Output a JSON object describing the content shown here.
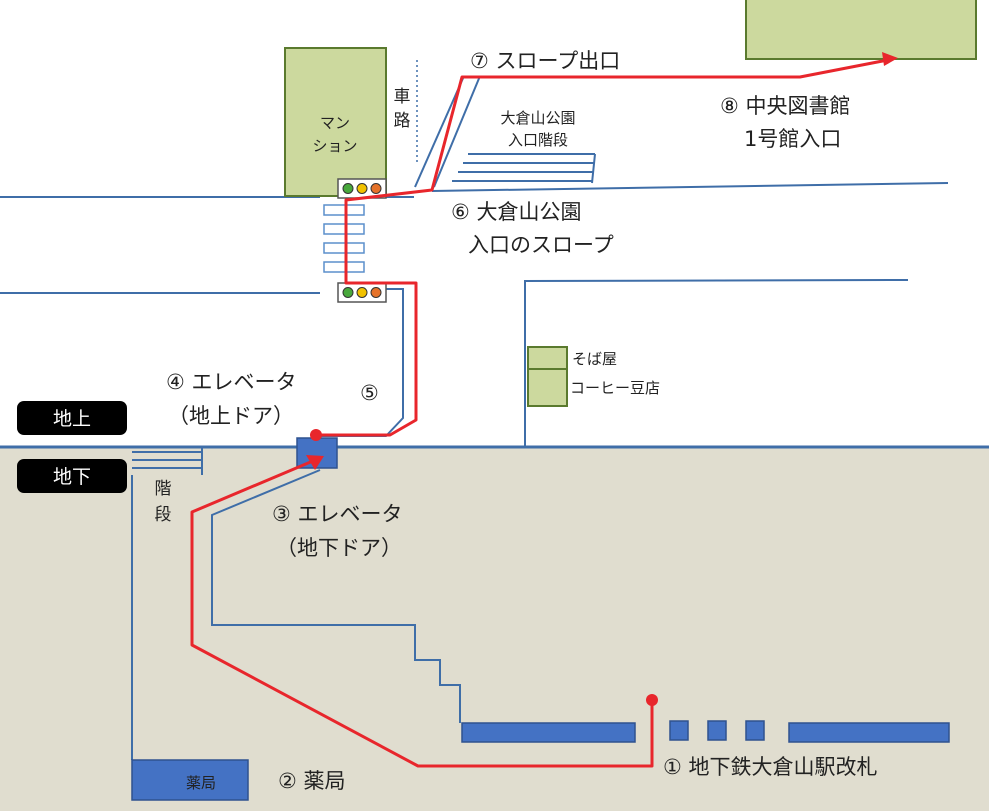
{
  "colors": {
    "route": "#e8262c",
    "street_line": "#3f6ea8",
    "underground_fill": "#e0ddcf",
    "building_fill": "#ccd99e",
    "building_stroke": "#5a7a2e",
    "blue_block": "#4472c4",
    "tag_bg": "#000000"
  },
  "levels": {
    "above_ground": "地上",
    "underground": "地下"
  },
  "buildings": {
    "mansion_line1": "マン",
    "mansion_line2": "ション",
    "soba": "そば屋",
    "coffee": "コーヒー豆店",
    "pharmacy": "薬局"
  },
  "labels": {
    "roadway_1": "車",
    "roadway_2": "路",
    "park_stairs_1": "大倉山公園",
    "park_stairs_2": "入口階段",
    "underground_stairs_1": "階",
    "underground_stairs_2": "段"
  },
  "steps": [
    {
      "lines": [
        "① 地下鉄大倉山駅改札"
      ]
    },
    {
      "lines": [
        "② 薬局"
      ]
    },
    {
      "lines": [
        "③ エレベータ",
        "（地下ドア）"
      ]
    },
    {
      "lines": [
        "④ エレベータ",
        "（地上ドア）"
      ]
    },
    {
      "lines": [
        "⑤"
      ]
    },
    {
      "lines": [
        "⑥ 大倉山公園",
        "入口のスロープ"
      ]
    },
    {
      "lines": [
        "⑦ スロープ出口"
      ]
    },
    {
      "lines": [
        "⑧ 中央図書館",
        "1号館入口"
      ]
    }
  ]
}
